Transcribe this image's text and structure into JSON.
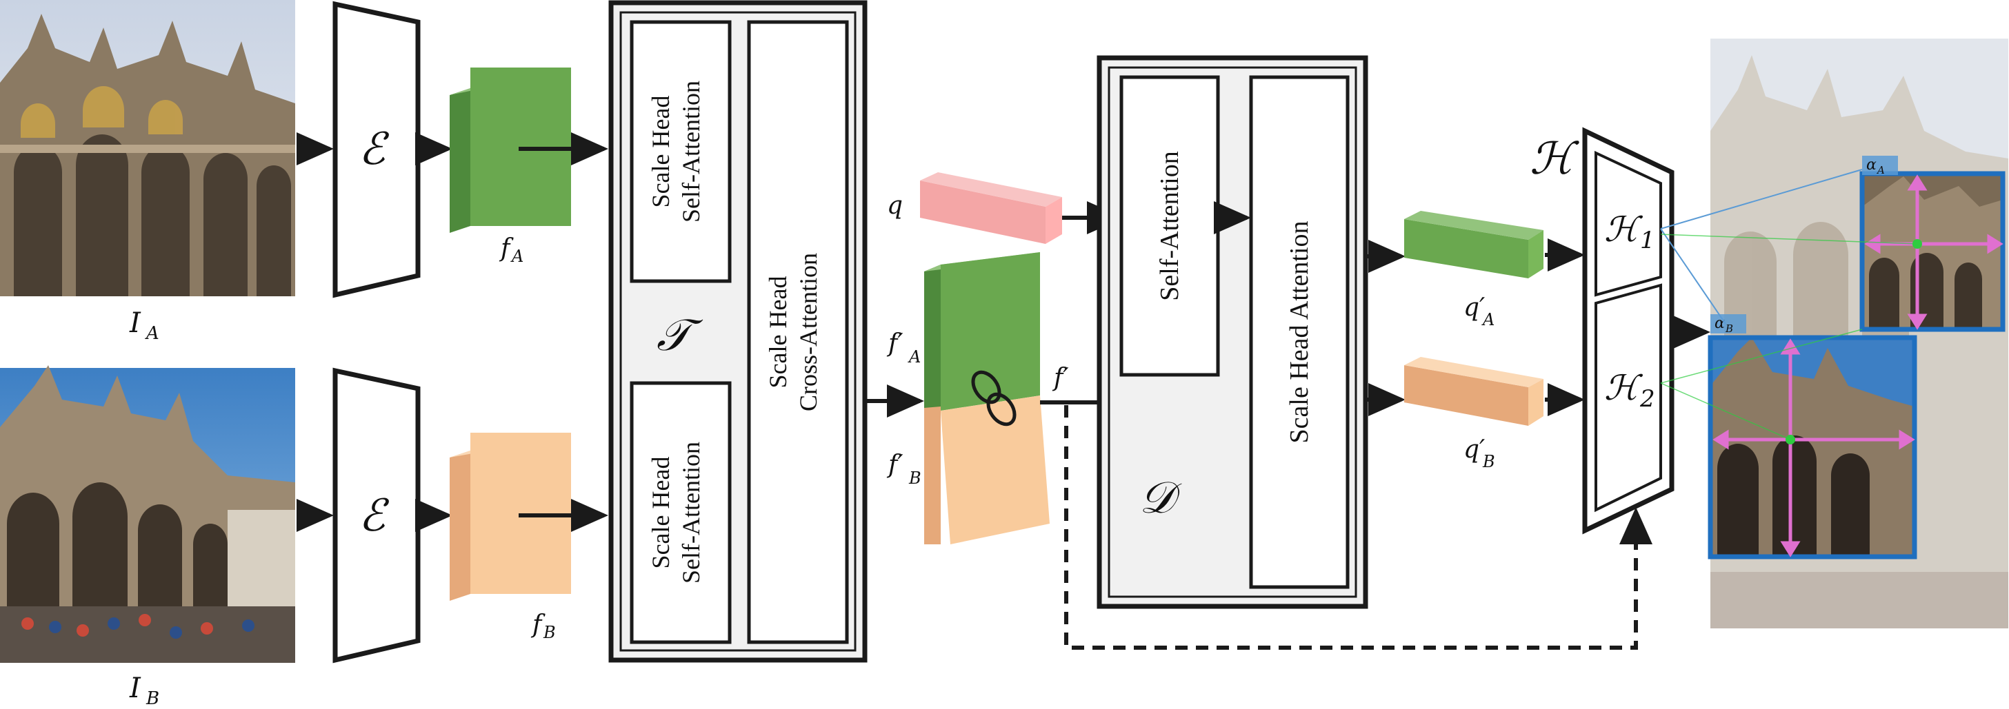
{
  "symbols": {
    "image_a": "I",
    "image_a_sub": "A",
    "image_b": "I",
    "image_b_sub": "B",
    "encoder_a": "ℰ",
    "encoder_b": "ℰ",
    "feat_a": "f",
    "feat_a_sub": "A",
    "feat_b": "f",
    "feat_b_sub": "B",
    "transformer": "𝒯",
    "query": "q",
    "feat_a_prime": "f′",
    "feat_a_prime_sub": "A",
    "feat_b_prime": "f′",
    "feat_b_prime_sub": "B",
    "feat_prime": "f′",
    "decoder": "𝒟",
    "query_a_prime": "q′",
    "query_a_prime_sub": "A",
    "query_b_prime": "q′",
    "query_b_prime_sub": "B",
    "head": "ℋ",
    "head_1": "ℋ",
    "head_1_sub": "1",
    "head_2": "ℋ",
    "head_2_sub": "2",
    "alpha_a": "α",
    "alpha_a_sub": "A",
    "alpha_b": "α",
    "alpha_b_sub": "B"
  },
  "blocks": {
    "t_self_attn_top_l1": "Scale Head",
    "t_self_attn_top_l2": "Self-Attention",
    "t_cross_attn_l1": "Scale Head",
    "t_cross_attn_l2": "Cross-Attention",
    "t_self_attn_bot_l1": "Scale Head",
    "t_self_attn_bot_l2": "Self-Attention",
    "d_self_attn": "Self-Attention",
    "d_scale_head_attn": "Scale Head Attention"
  },
  "colors": {
    "green_front": "#6aa84f",
    "green_side": "#4e8a3c",
    "green_top": "#93c47d",
    "peach_front": "#f9cb9c",
    "peach_side": "#e6a97a",
    "peach_top": "#fbd9b6",
    "pink_front": "#f4a6a6",
    "pink_side": "#d88484",
    "pink_top": "#f8c4c4",
    "magenta": "#e070d0",
    "blue": "#1f6fbf"
  }
}
